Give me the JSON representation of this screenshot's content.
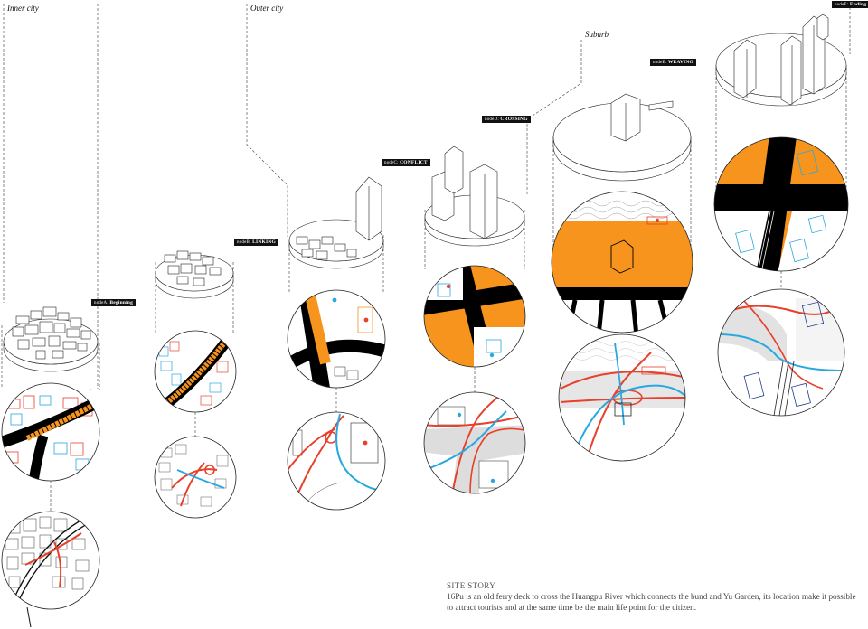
{
  "zones": {
    "inner": "Inner city",
    "outer": "Outer city",
    "suburb": "Suburb"
  },
  "nodes": [
    {
      "prefix": "nodeA:",
      "name": "Beginning"
    },
    {
      "prefix": "nodeB:",
      "name": "LINKING"
    },
    {
      "prefix": "nodeC:",
      "name": "CONFLICT"
    },
    {
      "prefix": "nodeD:",
      "name": "CROSSING"
    },
    {
      "prefix": "nodeE:",
      "name": "WEAVING"
    },
    {
      "prefix": "nodeE:",
      "name": "Ending"
    }
  ],
  "story": {
    "title": "SITE STORY",
    "text": "16Pu is an old ferry deck to cross the Huangpu River which connects the bund and Yu Garden, its location make it possible to attract tourists and at the same time be the main life point for the citizen."
  },
  "colors": {
    "orange": "#f7941d",
    "red": "#e8402a",
    "blue": "#29a8e0",
    "black": "#000000",
    "grey": "#dddddd"
  }
}
